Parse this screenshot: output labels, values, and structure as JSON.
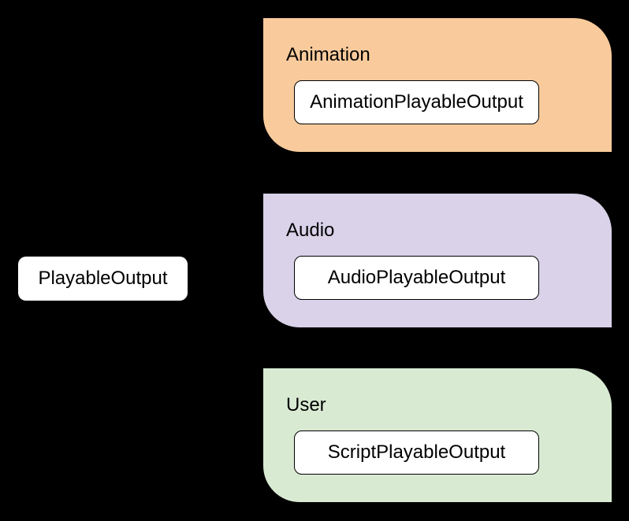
{
  "canvas": {
    "background_color": "#000000",
    "node_fill_color": "#ffffff",
    "text_color": "#000000",
    "connector_color": "#000000"
  },
  "root_node": {
    "label": "PlayableOutput"
  },
  "groups": [
    {
      "label": "Animation",
      "fill": "#f9cb9c",
      "child": {
        "label": "AnimationPlayableOutput"
      }
    },
    {
      "label": "Audio",
      "fill": "#d9d2e9",
      "child": {
        "label": "AudioPlayableOutput"
      }
    },
    {
      "label": "User",
      "fill": "#d9ead3",
      "child": {
        "label": "ScriptPlayableOutput"
      }
    }
  ]
}
